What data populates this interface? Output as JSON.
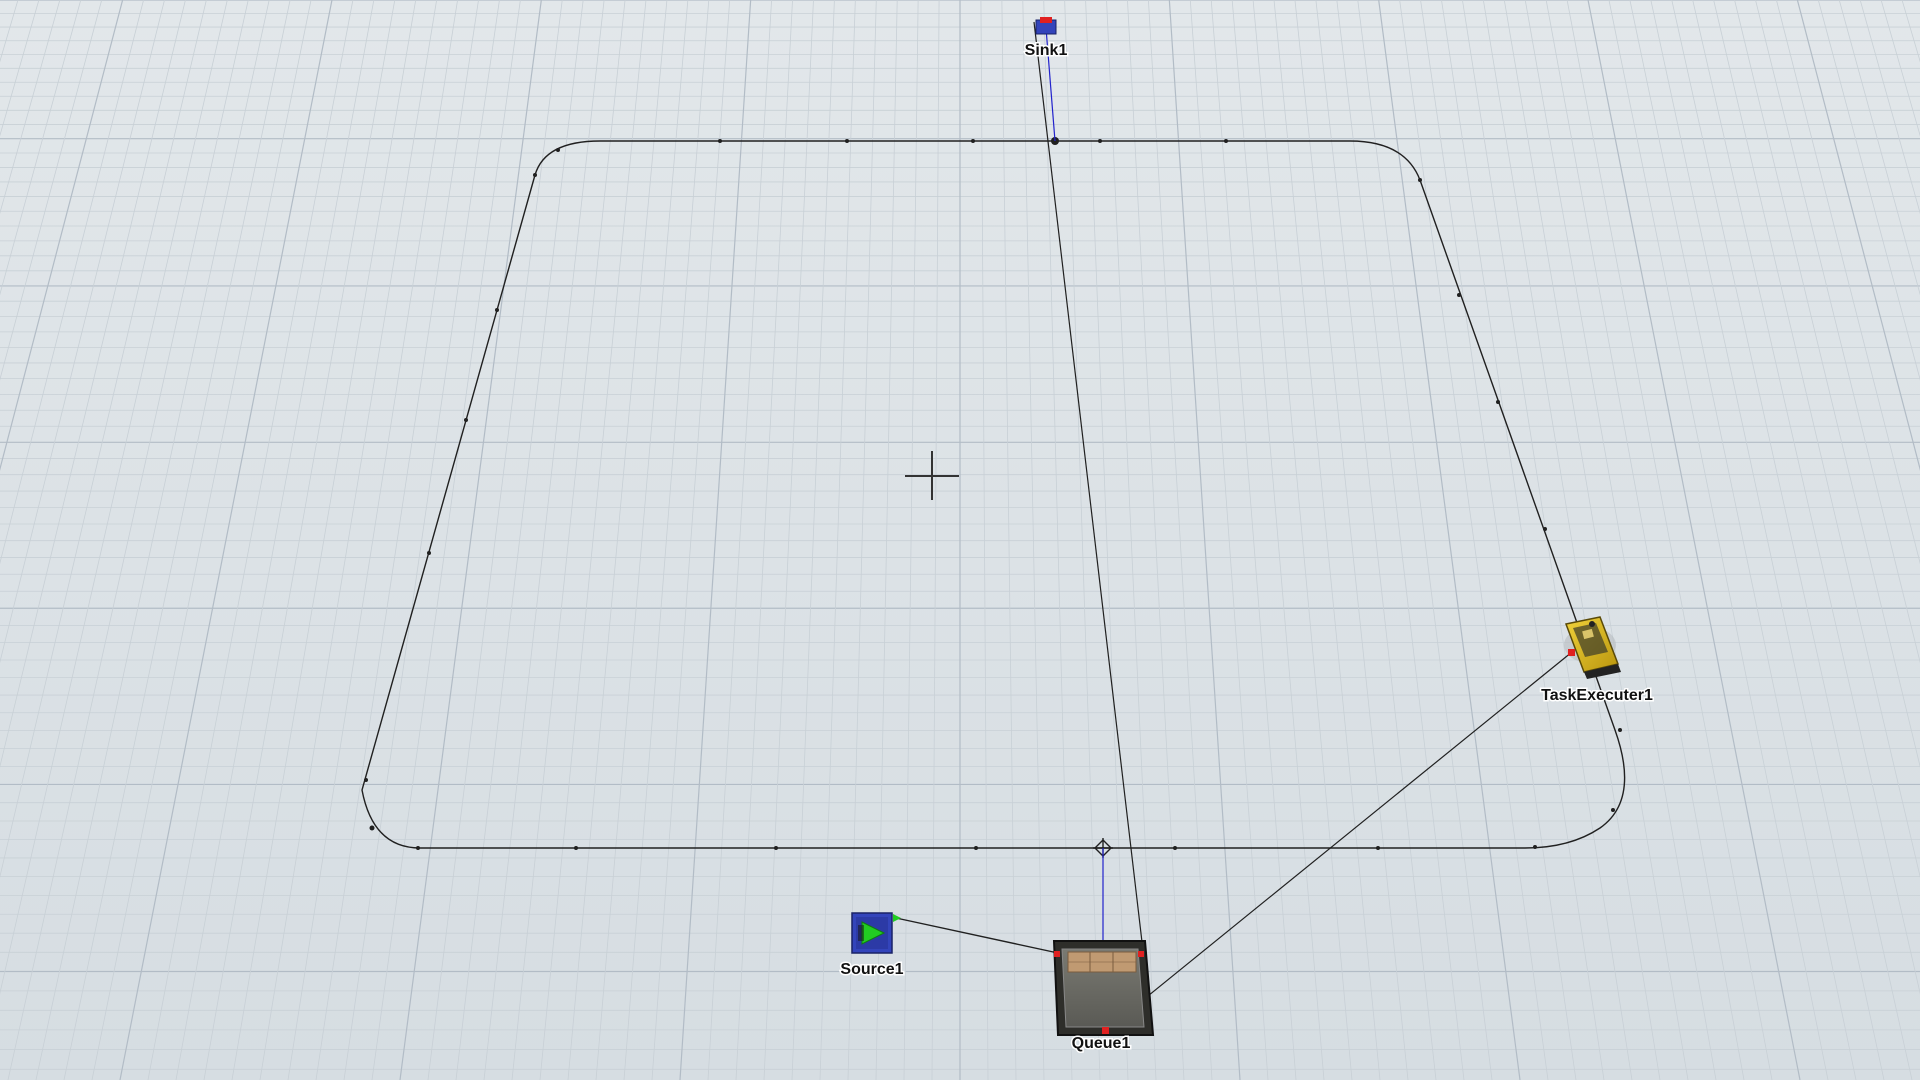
{
  "scene": {
    "objects": {
      "sink": {
        "label": "Sink1",
        "kind": "sink",
        "icon": "sink-icon"
      },
      "source": {
        "label": "Source1",
        "kind": "source",
        "icon": "source-icon"
      },
      "queue": {
        "label": "Queue1",
        "kind": "queue",
        "icon": "queue-icon"
      },
      "task_executer": {
        "label": "TaskExecuter1",
        "kind": "task-executer",
        "icon": "forklift-icon"
      }
    },
    "colors": {
      "background": "#dde3e7",
      "grid_minor": "#c8d0d6",
      "grid_major": "#b2bcc6",
      "path_line": "#202020",
      "center_port_line": "#2222cc",
      "source_blue": "#3344bb",
      "arrow_green": "#22cc22",
      "port_red": "#e02020",
      "forklift_yellow": "#d6b317",
      "queue_box": "#c09a72"
    }
  }
}
